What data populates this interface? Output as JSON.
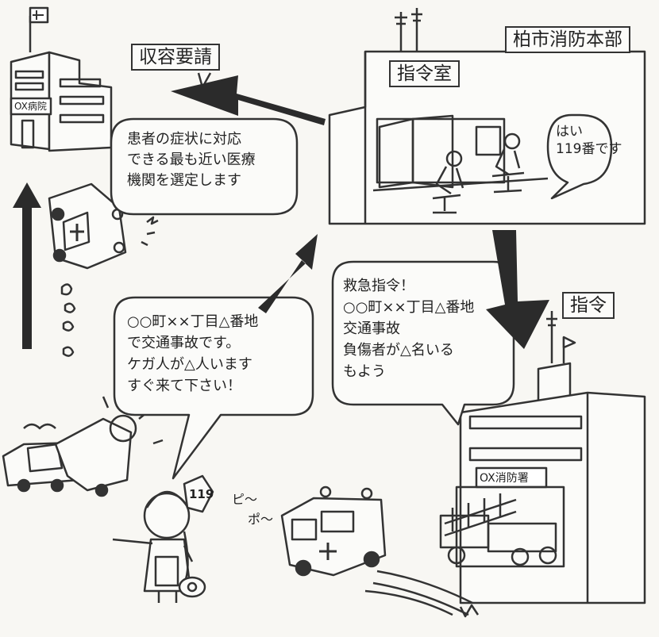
{
  "labels": {
    "dispatch_room_hq": "柏市消防本部",
    "command_room": "指令室",
    "admission_request": "収容要請",
    "dispatch_order": "指令"
  },
  "signs": {
    "hospital": "OX病院",
    "fire_station": "OX消防署",
    "phone_number": "119",
    "siren_sound_1": "ピ〜",
    "siren_sound_2": "ポ〜"
  },
  "bubbles": {
    "operator": "はい\n119番です",
    "hospital_select": "患者の症状に対応\nできる最も近い医療\n機関を選定します",
    "caller_report": "○○町××丁目△番地\nで交通事故です。\nケガ人が△人います\nすぐ来て下さい！",
    "dispatch_command": "救急指令！\n○○町××丁目△番地\n交通事故\n負傷者が△名いる\nもよう"
  },
  "colors": {
    "ink": "#222222",
    "arrow": "#2b2b2b",
    "paper": "#f8f7f3"
  }
}
